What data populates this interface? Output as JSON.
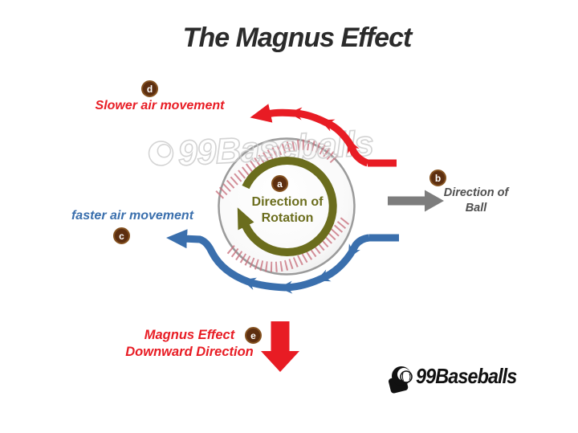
{
  "title": "The Magnus Effect",
  "badges": {
    "a": "a",
    "b": "b",
    "c": "c",
    "d": "d",
    "e": "e"
  },
  "labels": {
    "rotation": {
      "line1": "Direction of",
      "line2": "Rotation"
    },
    "ball_direction": {
      "line1": "Direction of",
      "line2": "Ball"
    },
    "slower_air": "Slower air movement",
    "faster_air": "faster air movement",
    "magnus": {
      "line1": "Magnus Effect",
      "line2": "Downward Direction"
    }
  },
  "watermark": {
    "text": "99Baseballs"
  },
  "logo": {
    "text": "99Baseballs"
  },
  "colors": {
    "red": "#e81c24",
    "blue": "#3a6fad",
    "olive": "#6b6d1d",
    "brown": "#5d2f10",
    "brown-ring": "#84511f",
    "gray-arrow": "#7d7d7d",
    "text-gray": "#4f4f4f",
    "title": "#2b2b2b",
    "ball-rim": "#9b9b9b",
    "seam": "#c9737f",
    "watermark": "#cccccc",
    "logo": "#111111"
  }
}
